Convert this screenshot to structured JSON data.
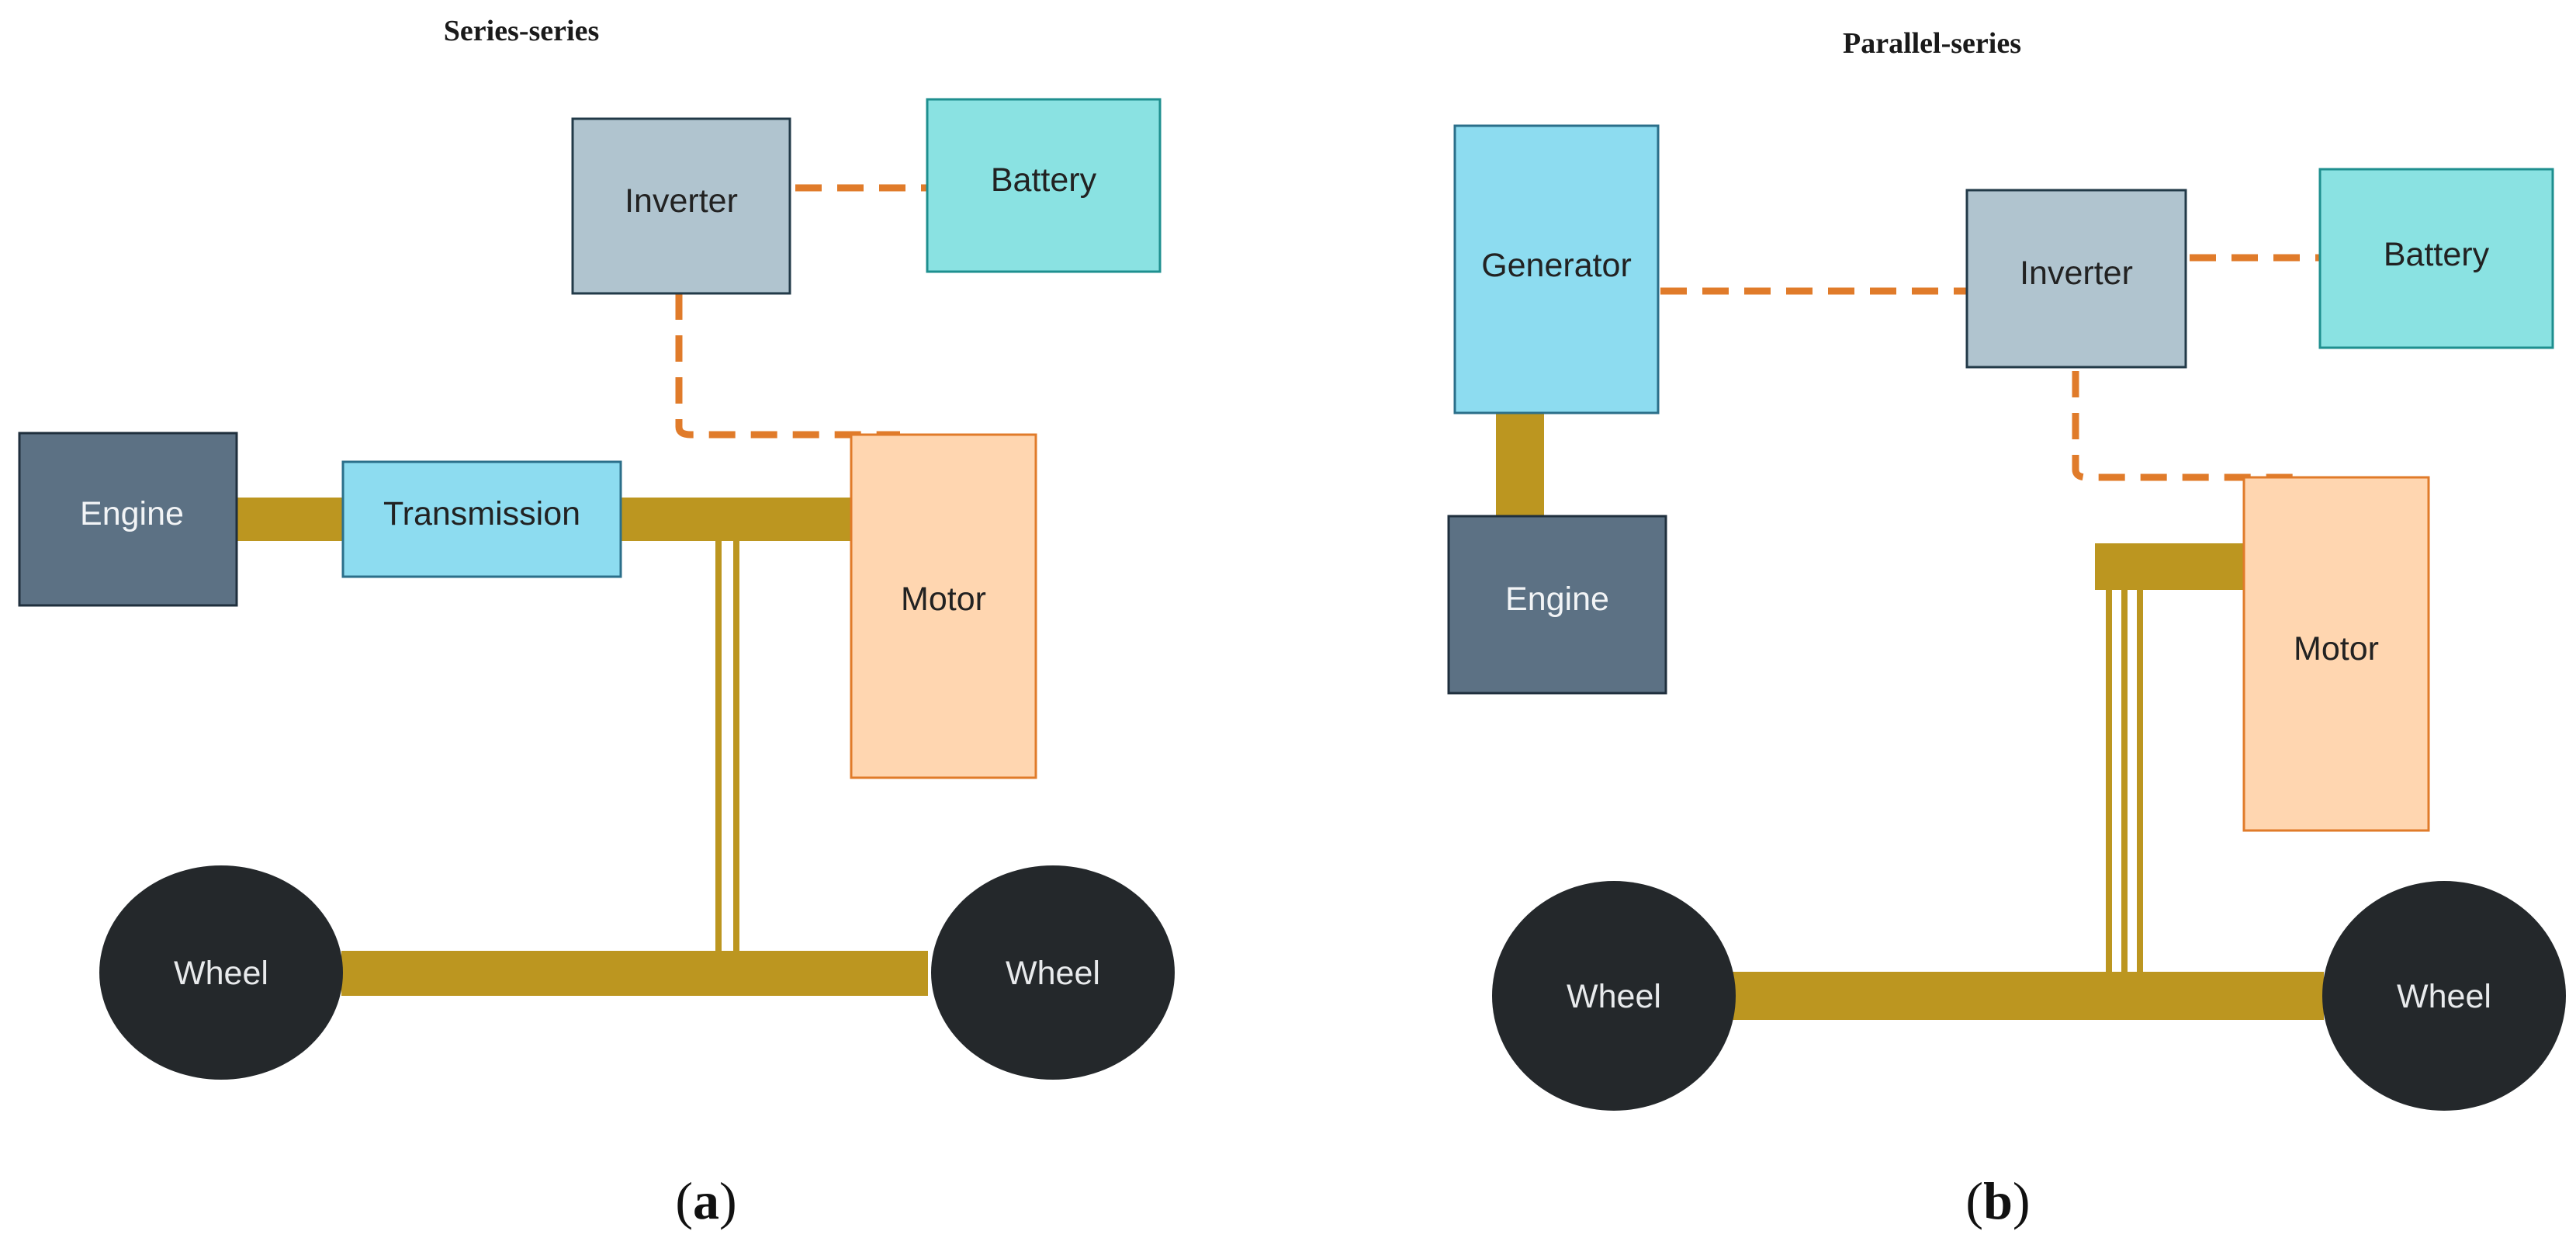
{
  "panels": [
    {
      "id": "a",
      "title": "Series-series",
      "caption_open": "(",
      "caption_letter": "a",
      "caption_close": ")",
      "blocks": {
        "inverter": "Inverter",
        "battery": "Battery",
        "engine": "Engine",
        "transmission": "Transmission",
        "motor": "Motor",
        "wheel_left": "Wheel",
        "wheel_right": "Wheel"
      }
    },
    {
      "id": "b",
      "title": "Parallel-series",
      "caption_open": "(",
      "caption_letter": "b",
      "caption_close": ")",
      "blocks": {
        "generator": "Generator",
        "inverter": "Inverter",
        "battery": "Battery",
        "engine": "Engine",
        "motor": "Motor",
        "wheel_left": "Wheel",
        "wheel_right": "Wheel"
      }
    }
  ],
  "colors": {
    "engine": "#5c7184",
    "transmission": "#8ddcf0",
    "generator": "#8ddcf0",
    "inverter": "#b0c4cf",
    "battery": "#8ae2e2",
    "motor": "#ffd6b0",
    "wheel": "#24282b",
    "mechanical_link": "#bc9620",
    "electrical_link": "#e07b2a"
  }
}
